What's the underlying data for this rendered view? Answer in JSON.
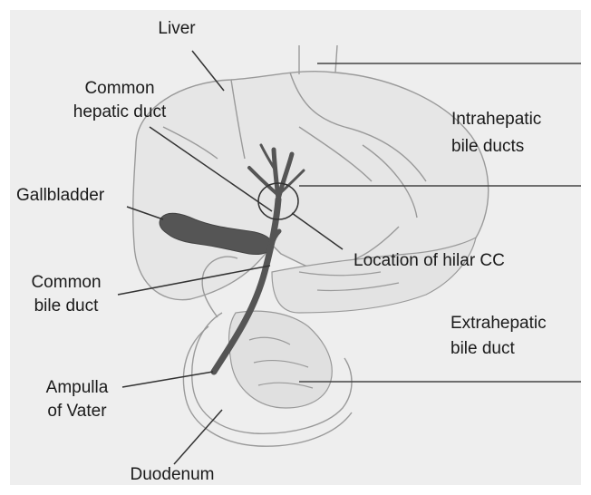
{
  "labels": {
    "liver": "Liver",
    "common_hepatic_duct_1": "Common",
    "common_hepatic_duct_2": "hepatic duct",
    "intrahepatic_1": "Intrahepatic",
    "intrahepatic_2": "bile ducts",
    "gallbladder": "Gallbladder",
    "hilar_cc": "Location of hilar CC",
    "common_bile_duct_1": "Common",
    "common_bile_duct_2": "bile duct",
    "extrahepatic_1": "Extrahepatic",
    "extrahepatic_2": "bile duct",
    "ampulla_1": "Ampulla",
    "ampulla_2": "of Vater",
    "duodenum": "Duodenum"
  },
  "colors": {
    "background": "#eeeeee",
    "outline": "#9a9a9a",
    "duct": "#555555",
    "leader": "#333333",
    "text": "#1a1a1a"
  }
}
